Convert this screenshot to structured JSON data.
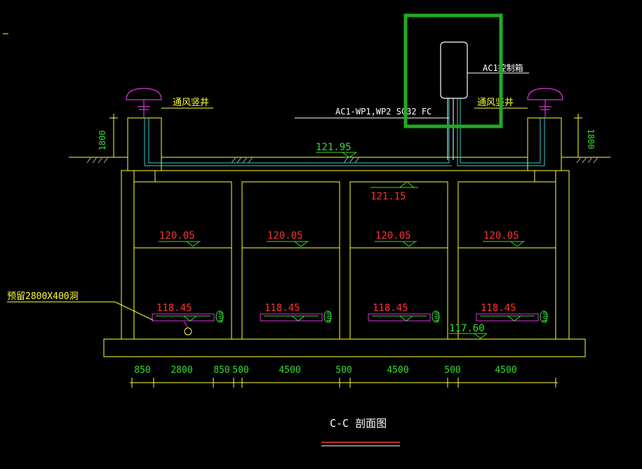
{
  "drawing": {
    "section_title": "C-C 剖面图",
    "colors": {
      "background": "#000000",
      "structure": "#ffff33",
      "elevation_text": "#ff3333",
      "green_text": "#33dd33",
      "white": "#ffffff",
      "cyan_pipe": "#33cccc",
      "magenta": "#dd33dd",
      "highlight": "#22aa22"
    },
    "vent_shaft_label": "通风竖井",
    "height_mark": "1800",
    "panel_label": "AC1控制箱",
    "cable_label": "AC1-WP1,WP2 SC32 FC",
    "ground_elevation": "121.95",
    "top_elevation": "121.15",
    "water_elevations": [
      "120.05",
      "120.05",
      "120.05",
      "120.05"
    ],
    "bottom_elevations": [
      "118.45",
      "118.45",
      "118.45",
      "118.45"
    ],
    "base_elevation": "117.60",
    "opening_label": "预留2800X400洞",
    "pump_mark": "400",
    "dimensions": [
      "850",
      "2800",
      "850",
      "500",
      "4500",
      "500",
      "4500",
      "500",
      "4500"
    ]
  }
}
